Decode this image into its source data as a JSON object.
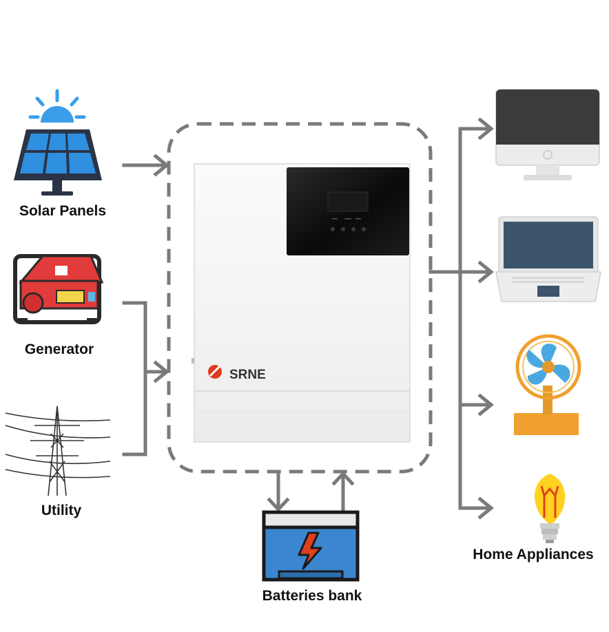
{
  "labels": {
    "solar": "Solar Panels",
    "generator": "Generator",
    "utility": "Utility",
    "battery": "Batteries bank",
    "appliances": "Home Appliances"
  },
  "inverter": {
    "brand": "SRNE"
  },
  "colors": {
    "arrow": "#7a7a7a",
    "dashed_border": "#7a7a7a",
    "solar_blue": "#2f8fe0",
    "solar_sun": "#3a9ee8",
    "generator_red": "#e23b3b",
    "battery_blue": "#3b86cf",
    "bolt_red": "#e04020",
    "fan_blue": "#4aa8e0",
    "fan_orange": "#f0a030",
    "bulb_yellow": "#ffd21f",
    "brand_red": "#e03a1e",
    "inverter_panel": "#111111"
  },
  "icons": [
    "sun-icon",
    "solar-panel-icon",
    "generator-icon",
    "power-tower-icon",
    "battery-icon",
    "monitor-icon",
    "laptop-icon",
    "fan-icon",
    "light-bulb-icon",
    "inverter-device"
  ]
}
